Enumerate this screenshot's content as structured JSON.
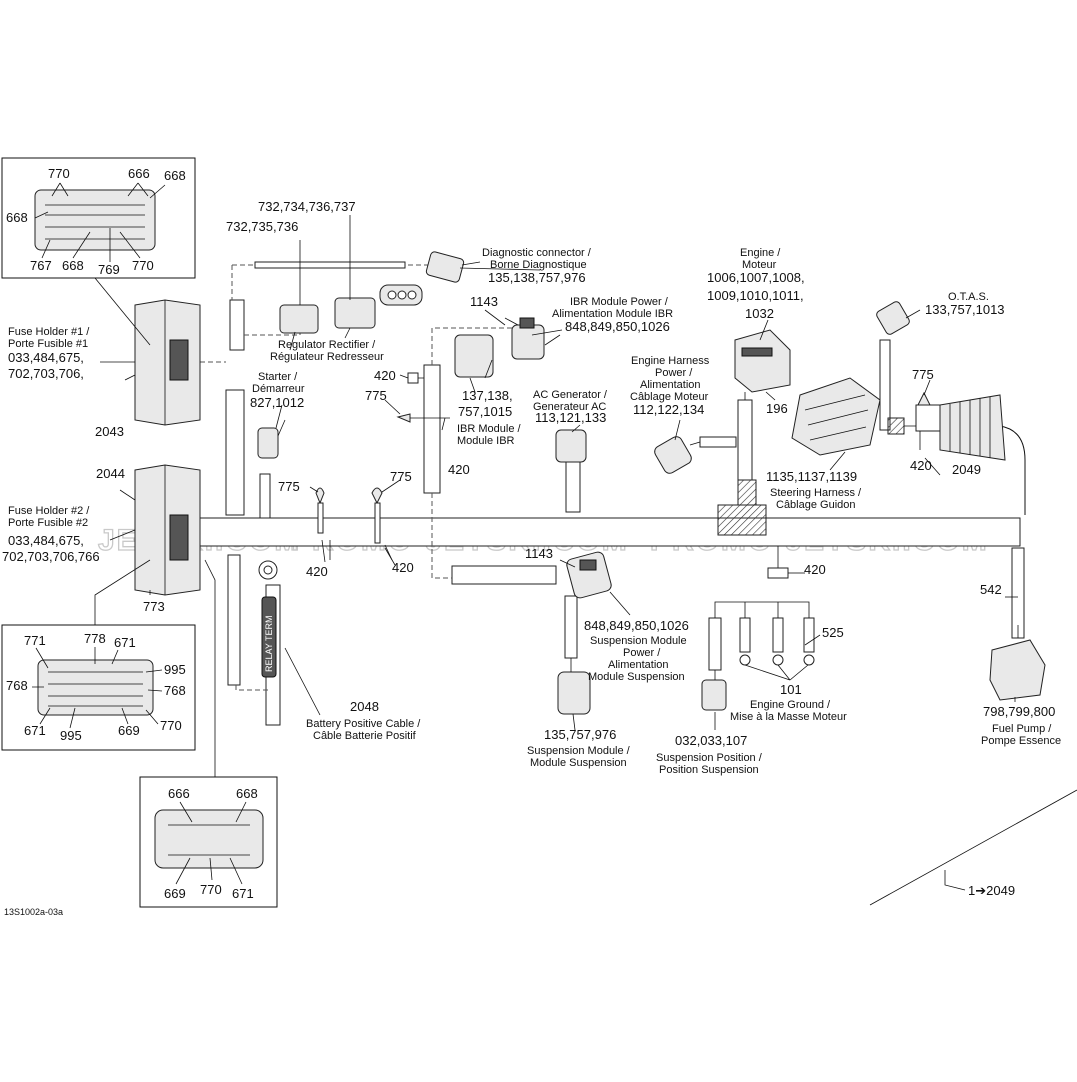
{
  "figure_code": "13S1002a-03a",
  "watermark": "PROMO-JETSKI.COM",
  "watermark_fragments": [
    "JETSKI.COM",
    "PROMO-JETSKI.COM",
    "PROMO-JETSKI.COM"
  ],
  "connector_views": {
    "fuse_holder_1_view": {
      "labels": [
        "770",
        "666",
        "668",
        "668",
        "767",
        "668",
        "769",
        "770"
      ]
    },
    "fuse_holder_2_view": {
      "labels": [
        "771",
        "778",
        "671",
        "995",
        "768",
        "768",
        "671",
        "995",
        "669",
        "770"
      ]
    },
    "bottom_view": {
      "labels": [
        "666",
        "668",
        "669",
        "770",
        "671"
      ]
    }
  },
  "parts": {
    "fuse_holder_1": {
      "name_en": "Fuse Holder #1 /",
      "name_fr": "Porte Fusible #1",
      "nums_1": "033,484,675,",
      "nums_2": "702,703,706,",
      "ref": "2043"
    },
    "fuse_holder_2": {
      "ref": "2044",
      "name_en": "Fuse Holder #2 /",
      "name_fr": "Porte Fusible #2",
      "nums_1": "033,484,675,",
      "nums_2": "702,703,706,766",
      "ref2": "773"
    },
    "regulator": {
      "nums_a": "732,734,736,737",
      "nums_b": "732,735,736",
      "name_en": "Regulator Rectifier /",
      "name_fr": "Régulateur Redresseur"
    },
    "diagnostic": {
      "name_en": "Diagnostic connector /",
      "name_fr": "Borne Diagnostique",
      "nums": "135,138,757,976"
    },
    "ibr_power": {
      "ref": "1143",
      "name_en": "IBR Module Power /",
      "name_fr": "Alimentation Module IBR",
      "nums": "848,849,850,1026"
    },
    "ibr_module": {
      "nums_1": "137,138,",
      "nums_2": "757,1015",
      "name_en": "IBR Module /",
      "name_fr": "Module IBR"
    },
    "starter": {
      "name_en": "Starter /",
      "name_fr": "Démarreur",
      "nums": "827,1012"
    },
    "ac_generator": {
      "name_en": "AC Generator /",
      "name_fr": "Generateur AC",
      "nums": "113,121,133"
    },
    "engine_harness": {
      "line1": "Engine Harness",
      "line2": "Power /",
      "line3": "Alimentation",
      "line4": "Câblage Moteur",
      "nums": "112,122,134"
    },
    "engine": {
      "name_en": "Engine /",
      "name_fr": "Moteur",
      "nums_1": "1006,1007,1008,",
      "nums_2": "1009,1010,1011,",
      "nums_3": "1032",
      "ref": "196"
    },
    "otas": {
      "name": "O.T.A.S.",
      "nums": "133,757,1013"
    },
    "steering_harness": {
      "ref_775": "775",
      "ref_420": "420",
      "ref": "2049",
      "nums": "1135,1137,1139",
      "name_en": "Steering Harness /",
      "name_fr": "Câblage Guidon"
    },
    "suspension_power": {
      "ref": "1143",
      "nums": "848,849,850,1026",
      "line1": "Suspension Module",
      "line2": "Power /",
      "line3": "Alimentation",
      "line4": "Module Suspension"
    },
    "suspension_module": {
      "nums": "135,757,976",
      "name_en": "Suspension Module /",
      "name_fr": "Module Suspension"
    },
    "suspension_position": {
      "nums": "032,033,107",
      "name_en": "Suspension Position /",
      "name_fr": "Position Suspension"
    },
    "engine_ground": {
      "ref_420": "420",
      "ref_525": "525",
      "ref": "101",
      "name_en": "Engine Ground /",
      "name_fr": "Mise à la Masse Moteur"
    },
    "fuel_pump": {
      "ref": "542",
      "nums": "798,799,800",
      "name_en": "Fuel Pump /",
      "name_fr": "Pompe Essence"
    },
    "battery_cable": {
      "ref": "2048",
      "name_en": "Battery Positive Cable /",
      "name_fr": "Câble Batterie Positif",
      "tag_text": "RELAY TERM"
    },
    "fasteners": {
      "a": "420",
      "b": "775",
      "c": "420",
      "d": "775",
      "e": "775",
      "f": "420",
      "g": "420"
    },
    "footer_note": "1➔2049"
  }
}
